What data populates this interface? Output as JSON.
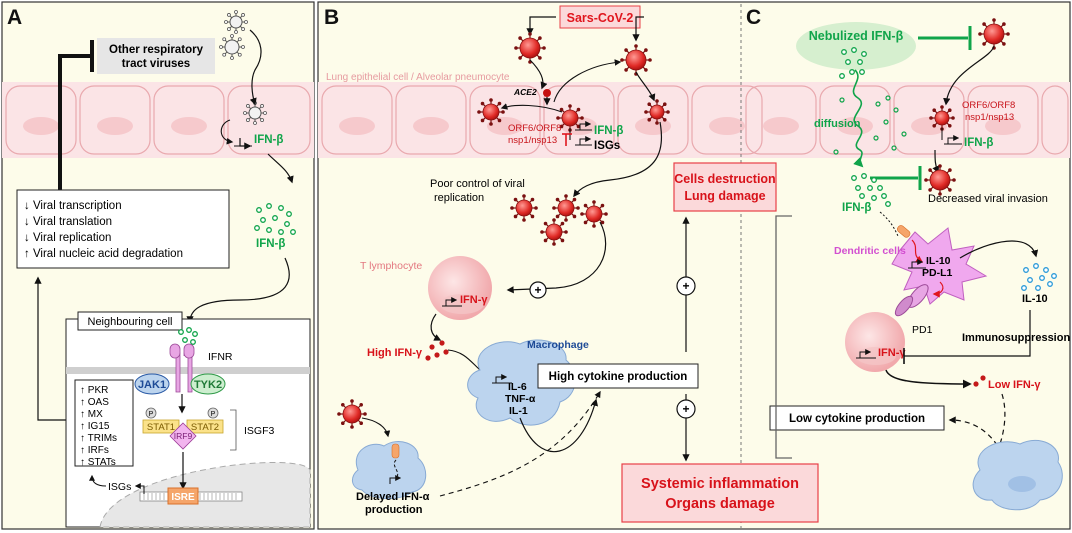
{
  "panel_a": {
    "letter": "A",
    "other_viruses": [
      "Other respiratory",
      "tract viruses"
    ],
    "ifn_b_cell": "IFN-β",
    "ifn_b_free": "IFN-β",
    "effects": [
      {
        "arrow": "↓",
        "text": "Viral transcription"
      },
      {
        "arrow": "↓",
        "text": "Viral translation"
      },
      {
        "arrow": "↓",
        "text": "Viral replication"
      },
      {
        "arrow": "↑",
        "text": "Viral nucleic acid degradation"
      }
    ],
    "neighbouring_cell": "Neighbouring cell",
    "ifnr": "IFNR",
    "jak1": "JAK1",
    "tyk2": "TYK2",
    "stat1": "STAT1",
    "stat2": "STAT2",
    "irf9": "IRF9",
    "isgf3": "ISGF3",
    "p_label": "P",
    "isre": "ISRE",
    "isgs": "ISGs",
    "genes": [
      {
        "arrow": "↑",
        "text": "PKR"
      },
      {
        "arrow": "↑",
        "text": "OAS"
      },
      {
        "arrow": "↑",
        "text": "MX"
      },
      {
        "arrow": "↑",
        "text": "IG15"
      },
      {
        "arrow": "↑",
        "text": "TRIMs"
      },
      {
        "arrow": "↑",
        "text": "IRFs"
      },
      {
        "arrow": "↑",
        "text": "STATs"
      }
    ]
  },
  "panel_b": {
    "letter": "B",
    "sars": "Sars-CoV-2",
    "epithelium": "Lung epithelial cell / Alveolar pneumocyte",
    "ace2": "ACE2",
    "orf_line1": "ORF6/ORF8",
    "orf_line2": "nsp1/nsp13",
    "ifn_b": "IFN-β",
    "isgs": "ISGs",
    "poor_control": [
      "Poor control of viral",
      "replication"
    ],
    "cells_destruction": [
      "Cells destruction",
      "Lung damage"
    ],
    "t_lymphocyte": "T lymphocyte",
    "ifn_g": "IFN-γ",
    "high_ifn_g": "High IFN-γ",
    "macrophage": "Macrophage",
    "cytokines": [
      "IL-6",
      "TNF-α",
      "IL-1"
    ],
    "high_cytokine": "High cytokine production",
    "delayed_ifn_a": [
      "Delayed IFN-α",
      "production"
    ],
    "systemic": [
      "Systemic inflammation",
      "Organs damage"
    ],
    "plus": "+"
  },
  "panel_c": {
    "letter": "C",
    "nebulized": "Nebulized IFN-β",
    "diffusion": "diffusion",
    "orf_line1": "ORF6/ORF8",
    "orf_line2": "nsp1/nsp13",
    "ifn_b_cell": "IFN-β",
    "ifn_b_free": "IFN-β",
    "decreased": "Decreased viral invasion",
    "dendritic": "Dendritic cells",
    "il10": "IL-10",
    "pdl1": "PD-L1",
    "il10_free": "IL-10",
    "pd1": "PD1",
    "immunosuppression": "Immunosuppression",
    "ifn_g": "IFN-γ",
    "low_ifn_g": "Low IFN-γ",
    "low_cytokine": "Low cytokine production"
  },
  "colors": {
    "panel_bg": "#fdfcea",
    "epithelium": "#fbe4e6",
    "green": "#10a44a",
    "red": "#e0161e",
    "virus": "#e23a36",
    "pink_cell": "#f2b5b8",
    "macrophage": "#bcd4ee",
    "dendritic": "#f0a8ee",
    "box_red_bg": "#fbd9da",
    "box_red_border": "#e84047"
  }
}
